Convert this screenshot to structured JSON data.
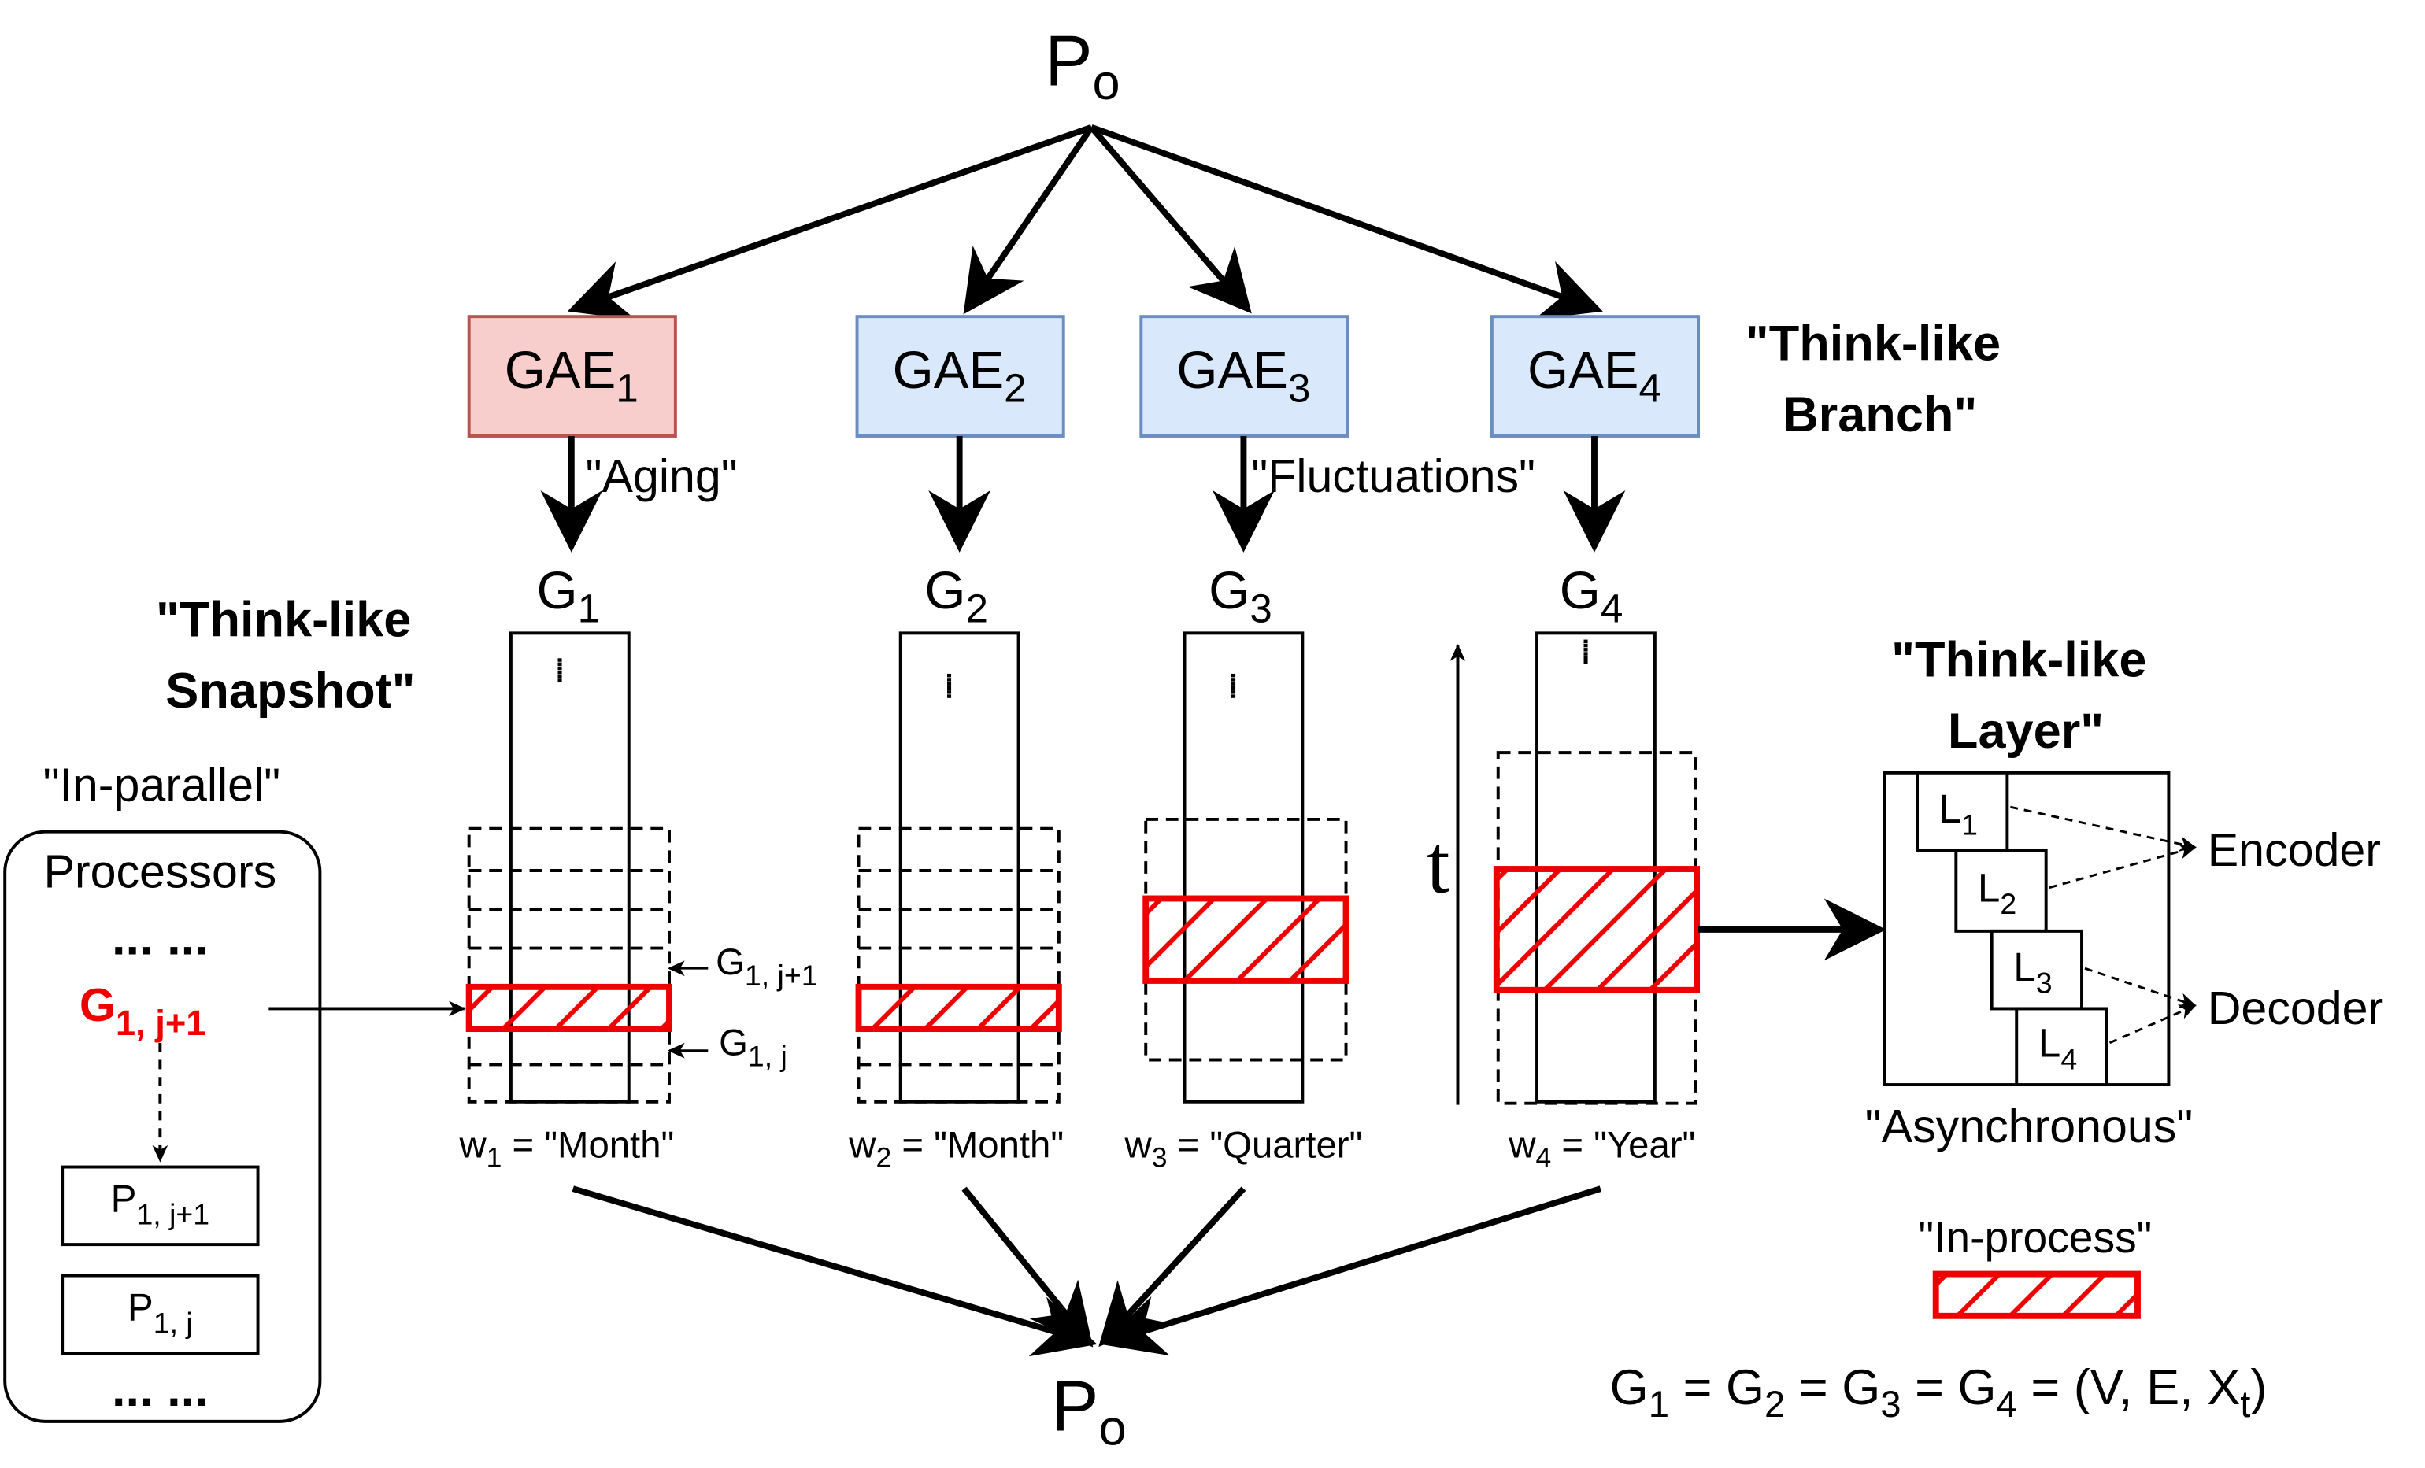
{
  "top": {
    "label": "P",
    "sub": "o"
  },
  "bottom": {
    "label": "P",
    "sub": "o"
  },
  "gaes": [
    {
      "label": "GAE",
      "sub": "1",
      "fill": "#f8cecc",
      "stroke": "#b85450"
    },
    {
      "label": "GAE",
      "sub": "2",
      "fill": "#dae8fc",
      "stroke": "#6c8ebf"
    },
    {
      "label": "GAE",
      "sub": "3",
      "fill": "#dae8fc",
      "stroke": "#6c8ebf"
    },
    {
      "label": "GAE",
      "sub": "4",
      "fill": "#dae8fc",
      "stroke": "#6c8ebf"
    }
  ],
  "graphs": [
    {
      "label": "G",
      "sub": "1"
    },
    {
      "label": "G",
      "sub": "2"
    },
    {
      "label": "G",
      "sub": "3"
    },
    {
      "label": "G",
      "sub": "4"
    }
  ],
  "windows": [
    {
      "prefix": "w",
      "sub": "1",
      "value": " = \"Month\""
    },
    {
      "prefix": "w",
      "sub": "2",
      "value": " = \"Month\""
    },
    {
      "prefix": "w",
      "sub": "3",
      "value": " = \"Quarter\""
    },
    {
      "prefix": "w",
      "sub": "4",
      "value": " = \"Year\""
    }
  ],
  "edge_labels": {
    "aging": "\"Aging\"",
    "fluctuations": "\"Fluctuations\""
  },
  "think_branch": [
    "\"Think-like",
    "Branch\""
  ],
  "think_snapshot": [
    "\"Think-like",
    "Snapshot\""
  ],
  "think_layer": [
    "\"Think-like",
    "Layer\""
  ],
  "in_parallel": "\"In-parallel\"",
  "processors": {
    "title": "Processors",
    "dots": "... ...",
    "active": {
      "label": "G",
      "sub": "1, j+1"
    },
    "p_upper": {
      "label": "P",
      "sub": "1, j+1"
    },
    "p_lower": {
      "label": "P",
      "sub": "1, j"
    },
    "bottom_dots": "... ..."
  },
  "snapshot_labels": {
    "upper": {
      "label": "G",
      "sub": "1, j+1"
    },
    "lower": {
      "label": "G",
      "sub": "1, j"
    }
  },
  "vertical_dots": "......",
  "time_axis": "t",
  "layers": [
    {
      "label": "L",
      "sub": "1"
    },
    {
      "label": "L",
      "sub": "2"
    },
    {
      "label": "L",
      "sub": "3"
    },
    {
      "label": "L",
      "sub": "4"
    }
  ],
  "encoder": "Encoder",
  "decoder": "Decoder",
  "asynchronous": "\"Asynchronous\"",
  "legend": {
    "label": "\"In-process\""
  },
  "equation": {
    "parts": [
      {
        "t": "G"
      },
      {
        "s": "1"
      },
      {
        "t": " = G"
      },
      {
        "s": "2"
      },
      {
        "t": " = G"
      },
      {
        "s": "3"
      },
      {
        "t": " = G"
      },
      {
        "s": "4"
      },
      {
        "t": " = (V, E, X"
      },
      {
        "s": "t"
      },
      {
        "t": ")"
      }
    ]
  },
  "colors": {
    "in_process": "#ee0000",
    "line": "#000000"
  }
}
